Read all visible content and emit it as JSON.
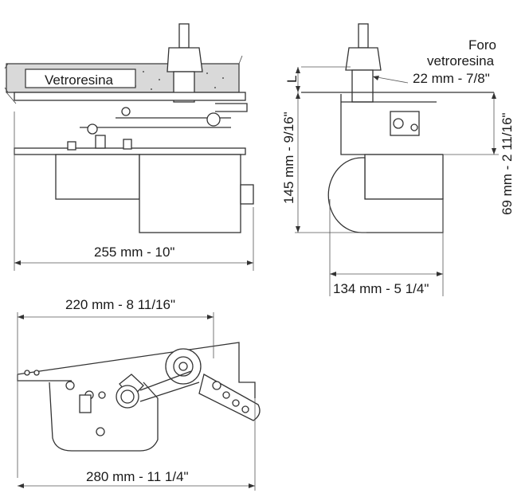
{
  "labels": {
    "panel_material": "Vetroresina",
    "hole_title": "Foro",
    "hole_material": "vetroresina",
    "hole_size": "22 mm - 7/8\"",
    "dim_side_length": "255 mm - 10\"",
    "dim_total_height": "145 mm - 9/16\"",
    "dim_upper_height": "69 mm - 2 11/16\"",
    "dim_front_width": "134 mm - 5 1/4\"",
    "dim_plan_width": "220 mm - 8 11/16\"",
    "dim_plan_length": "280 mm - 11 1/4\"",
    "thickness_symbol": "L"
  }
}
